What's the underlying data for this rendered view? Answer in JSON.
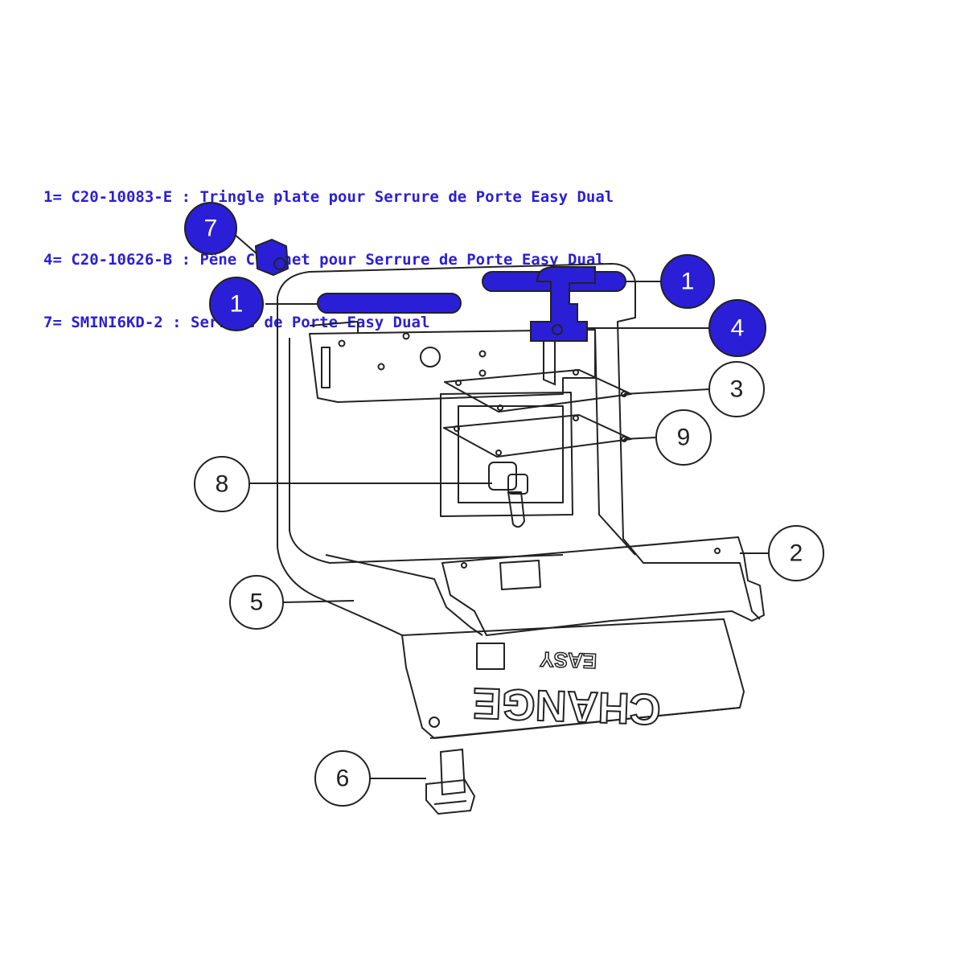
{
  "legend": [
    "1= C20-10083-E : Tringle plate pour Serrure de Porte Easy Dual",
    "4= C20-10626-B : Pêne Crochet pour Serrure de Porte Easy Dual",
    "7= SMINI6KD-2 : Serrure de Porte Easy Dual"
  ],
  "callouts": {
    "c7": "7",
    "c1_left": "1",
    "c1_right": "1",
    "c4": "4",
    "c3": "3",
    "c9": "9",
    "c8": "8",
    "c2": "2",
    "c5": "5",
    "c6": "6"
  },
  "embossed": {
    "easy": "EASY",
    "change": "CHANGE"
  },
  "colors": {
    "highlight_fill": "#2a1fd6",
    "highlight_text": "#ffffff",
    "callout_fill": "#ffffff",
    "line": "#222222",
    "legend_text": "#2a1fd6"
  }
}
